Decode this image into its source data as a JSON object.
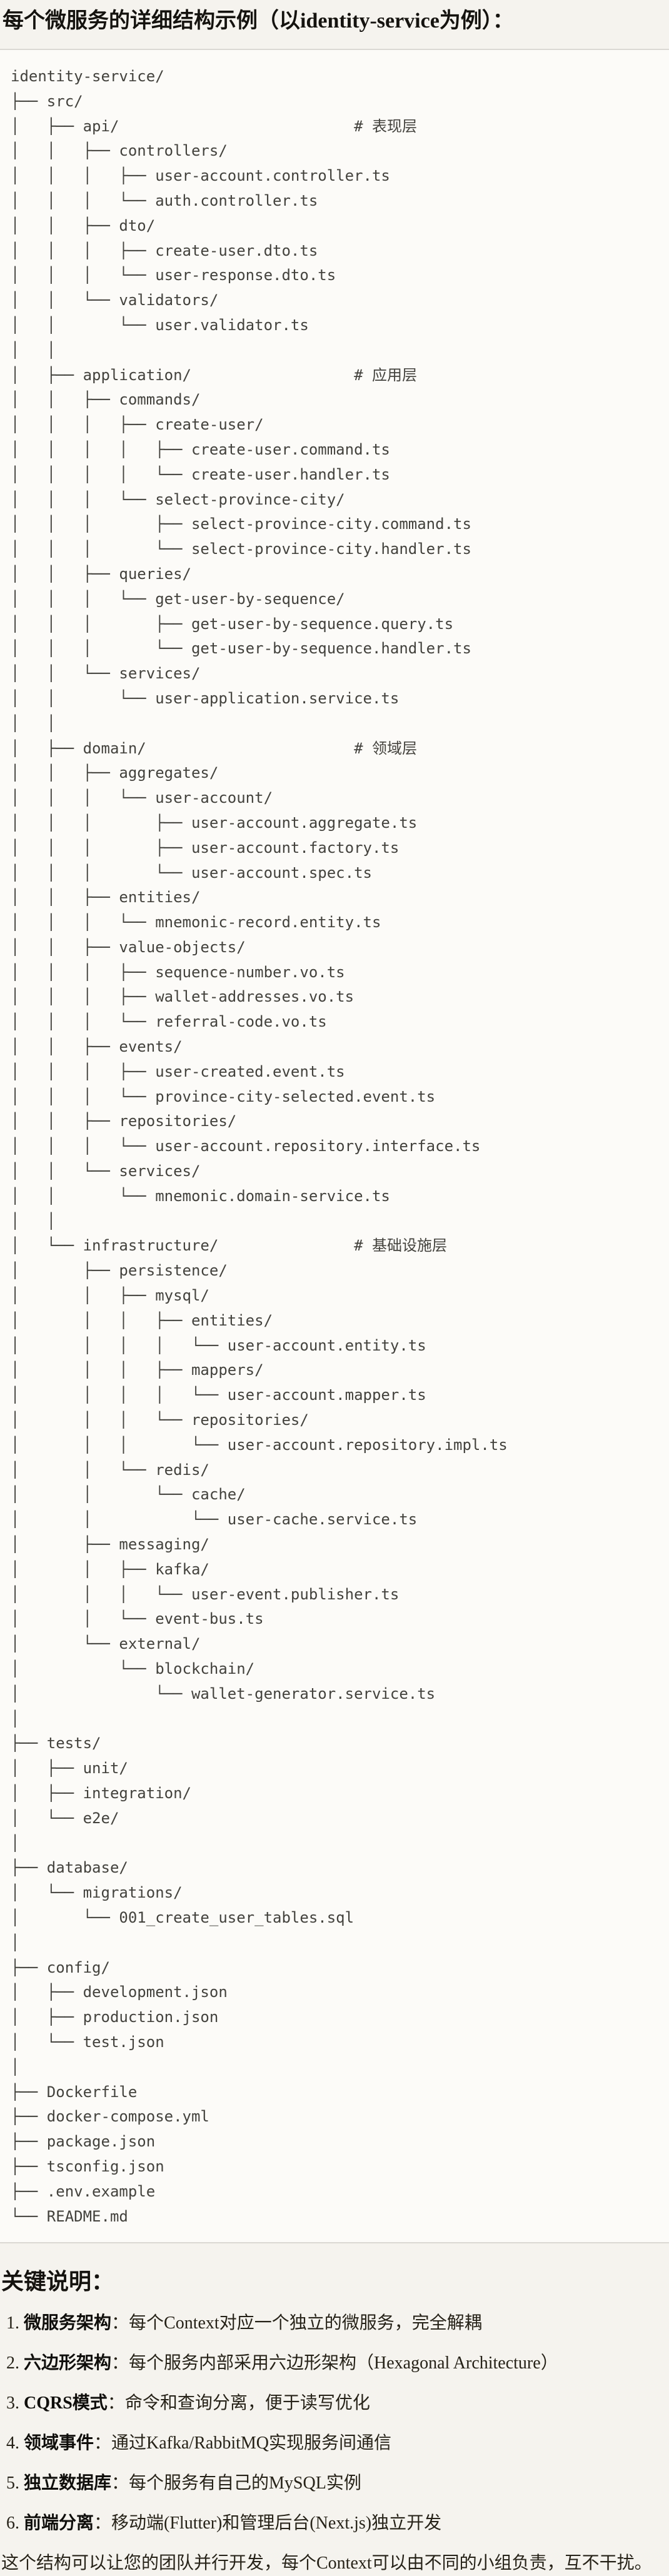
{
  "title": "每个微服务的详细结构示例（以identity-service为例）：",
  "colors": {
    "page_bg": "#f5f3ee",
    "code_bg": "#fcfbf8",
    "border": "#dbd9d3",
    "code_text": "#43423d",
    "heading_text": "#15130f",
    "body_text": "#262218",
    "term_text": "#0f0e0b"
  },
  "code_block": {
    "layer_comments": [
      "# 表现层",
      "# 应用层",
      "# 领域层",
      "# 基础设施层"
    ],
    "lines": [
      "identity-service/",
      "├── src/",
      "│   ├── api/                          # 表现层",
      "│   │   ├── controllers/",
      "│   │   │   ├── user-account.controller.ts",
      "│   │   │   └── auth.controller.ts",
      "│   │   ├── dto/",
      "│   │   │   ├── create-user.dto.ts",
      "│   │   │   └── user-response.dto.ts",
      "│   │   └── validators/",
      "│   │       └── user.validator.ts",
      "│   │",
      "│   ├── application/                  # 应用层",
      "│   │   ├── commands/",
      "│   │   │   ├── create-user/",
      "│   │   │   │   ├── create-user.command.ts",
      "│   │   │   │   └── create-user.handler.ts",
      "│   │   │   └── select-province-city/",
      "│   │   │       ├── select-province-city.command.ts",
      "│   │   │       └── select-province-city.handler.ts",
      "│   │   ├── queries/",
      "│   │   │   └── get-user-by-sequence/",
      "│   │   │       ├── get-user-by-sequence.query.ts",
      "│   │   │       └── get-user-by-sequence.handler.ts",
      "│   │   └── services/",
      "│   │       └── user-application.service.ts",
      "│   │",
      "│   ├── domain/                       # 领域层",
      "│   │   ├── aggregates/",
      "│   │   │   └── user-account/",
      "│   │   │       ├── user-account.aggregate.ts",
      "│   │   │       ├── user-account.factory.ts",
      "│   │   │       └── user-account.spec.ts",
      "│   │   ├── entities/",
      "│   │   │   └── mnemonic-record.entity.ts",
      "│   │   ├── value-objects/",
      "│   │   │   ├── sequence-number.vo.ts",
      "│   │   │   ├── wallet-addresses.vo.ts",
      "│   │   │   └── referral-code.vo.ts",
      "│   │   ├── events/",
      "│   │   │   ├── user-created.event.ts",
      "│   │   │   └── province-city-selected.event.ts",
      "│   │   ├── repositories/",
      "│   │   │   └── user-account.repository.interface.ts",
      "│   │   └── services/",
      "│   │       └── mnemonic.domain-service.ts",
      "│   │",
      "│   └── infrastructure/               # 基础设施层",
      "│       ├── persistence/",
      "│       │   ├── mysql/",
      "│       │   │   ├── entities/",
      "│       │   │   │   └── user-account.entity.ts",
      "│       │   │   ├── mappers/",
      "│       │   │   │   └── user-account.mapper.ts",
      "│       │   │   └── repositories/",
      "│       │   │       └── user-account.repository.impl.ts",
      "│       │   └── redis/",
      "│       │       └── cache/",
      "│       │           └── user-cache.service.ts",
      "│       ├── messaging/",
      "│       │   ├── kafka/",
      "│       │   │   └── user-event.publisher.ts",
      "│       │   └── event-bus.ts",
      "│       └── external/",
      "│           └── blockchain/",
      "│               └── wallet-generator.service.ts",
      "│",
      "├── tests/",
      "│   ├── unit/",
      "│   ├── integration/",
      "│   └── e2e/",
      "│",
      "├── database/",
      "│   └── migrations/",
      "│       └── 001_create_user_tables.sql",
      "│",
      "├── config/",
      "│   ├── development.json",
      "│   ├── production.json",
      "│   └── test.json",
      "│",
      "├── Dockerfile",
      "├── docker-compose.yml",
      "├── package.json",
      "├── tsconfig.json",
      "├── .env.example",
      "└── README.md"
    ]
  },
  "notes": {
    "heading": "关键说明：",
    "items": [
      {
        "number": "1.",
        "term": "微服务架构",
        "separator": "：",
        "description": "每个Context对应一个独立的微服务，完全解耦"
      },
      {
        "number": "2.",
        "term": "六边形架构",
        "separator": "：",
        "description": "每个服务内部采用六边形架构（Hexagonal Architecture）"
      },
      {
        "number": "3.",
        "term": "CQRS模式",
        "separator": "：",
        "description": "命令和查询分离，便于读写优化"
      },
      {
        "number": "4.",
        "term": "领域事件",
        "separator": "：",
        "description": "通过Kafka/RabbitMQ实现服务间通信"
      },
      {
        "number": "5.",
        "term": "独立数据库",
        "separator": "：",
        "description": "每个服务有自己的MySQL实例"
      },
      {
        "number": "6.",
        "term": "前端分离",
        "separator": "：",
        "description": "移动端(Flutter)和管理后台(Next.js)独立开发"
      }
    ],
    "closing": "这个结构可以让您的团队并行开发，每个Context可以由不同的小组负责，互不干扰。"
  }
}
